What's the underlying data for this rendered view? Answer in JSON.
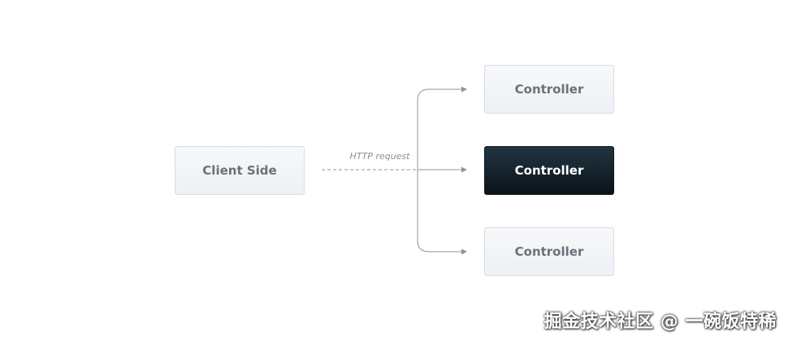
{
  "diagram": {
    "client": {
      "label": "Client Side"
    },
    "edge_label": "HTTP request",
    "controllers": [
      {
        "label": "Controller",
        "style": "light"
      },
      {
        "label": "Controller",
        "style": "dark"
      },
      {
        "label": "Controller",
        "style": "light"
      }
    ]
  },
  "watermark": "掘金技术社区 @ 一碗饭特稀",
  "colors": {
    "line": "#8d949a",
    "box_light": "#eef1f5",
    "box_dark": "#0d181d",
    "text_light": "#6a7178",
    "text_dark": "#ffffff"
  }
}
